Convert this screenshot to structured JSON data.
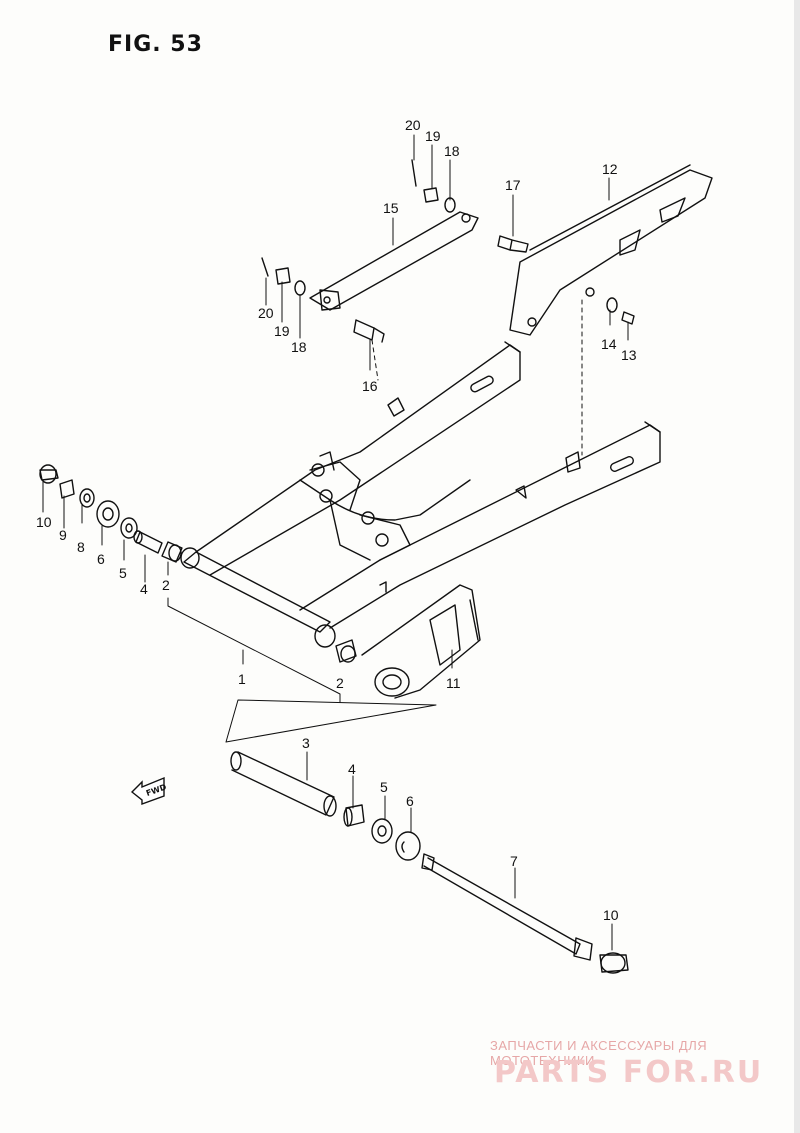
{
  "figure": {
    "title": "FIG. 53"
  },
  "callouts": [
    {
      "id": "c1",
      "text": "1"
    },
    {
      "id": "c2a",
      "text": "2"
    },
    {
      "id": "c2b",
      "text": "2"
    },
    {
      "id": "c3",
      "text": "3"
    },
    {
      "id": "c4a",
      "text": "4"
    },
    {
      "id": "c4b",
      "text": "4"
    },
    {
      "id": "c5a",
      "text": "5"
    },
    {
      "id": "c5b",
      "text": "5"
    },
    {
      "id": "c6a",
      "text": "6"
    },
    {
      "id": "c6b",
      "text": "6"
    },
    {
      "id": "c7",
      "text": "7"
    },
    {
      "id": "c8",
      "text": "8"
    },
    {
      "id": "c9",
      "text": "9"
    },
    {
      "id": "c10a",
      "text": "10"
    },
    {
      "id": "c10b",
      "text": "10"
    },
    {
      "id": "c11",
      "text": "11"
    },
    {
      "id": "c12",
      "text": "12"
    },
    {
      "id": "c13",
      "text": "13"
    },
    {
      "id": "c14",
      "text": "14"
    },
    {
      "id": "c15",
      "text": "15"
    },
    {
      "id": "c16",
      "text": "16"
    },
    {
      "id": "c17",
      "text": "17"
    },
    {
      "id": "c18a",
      "text": "18"
    },
    {
      "id": "c18b",
      "text": "18"
    },
    {
      "id": "c19a",
      "text": "19"
    },
    {
      "id": "c19b",
      "text": "19"
    },
    {
      "id": "c20a",
      "text": "20"
    },
    {
      "id": "c20b",
      "text": "20"
    }
  ],
  "fwd_marker": {
    "text": "FWD"
  },
  "watermark": {
    "caption": "ЗАПЧАСТИ И АКСЕССУАРЫ ДЛЯ МОТОТЕХНИКИ",
    "logo": "PARTS FOR.RU"
  }
}
